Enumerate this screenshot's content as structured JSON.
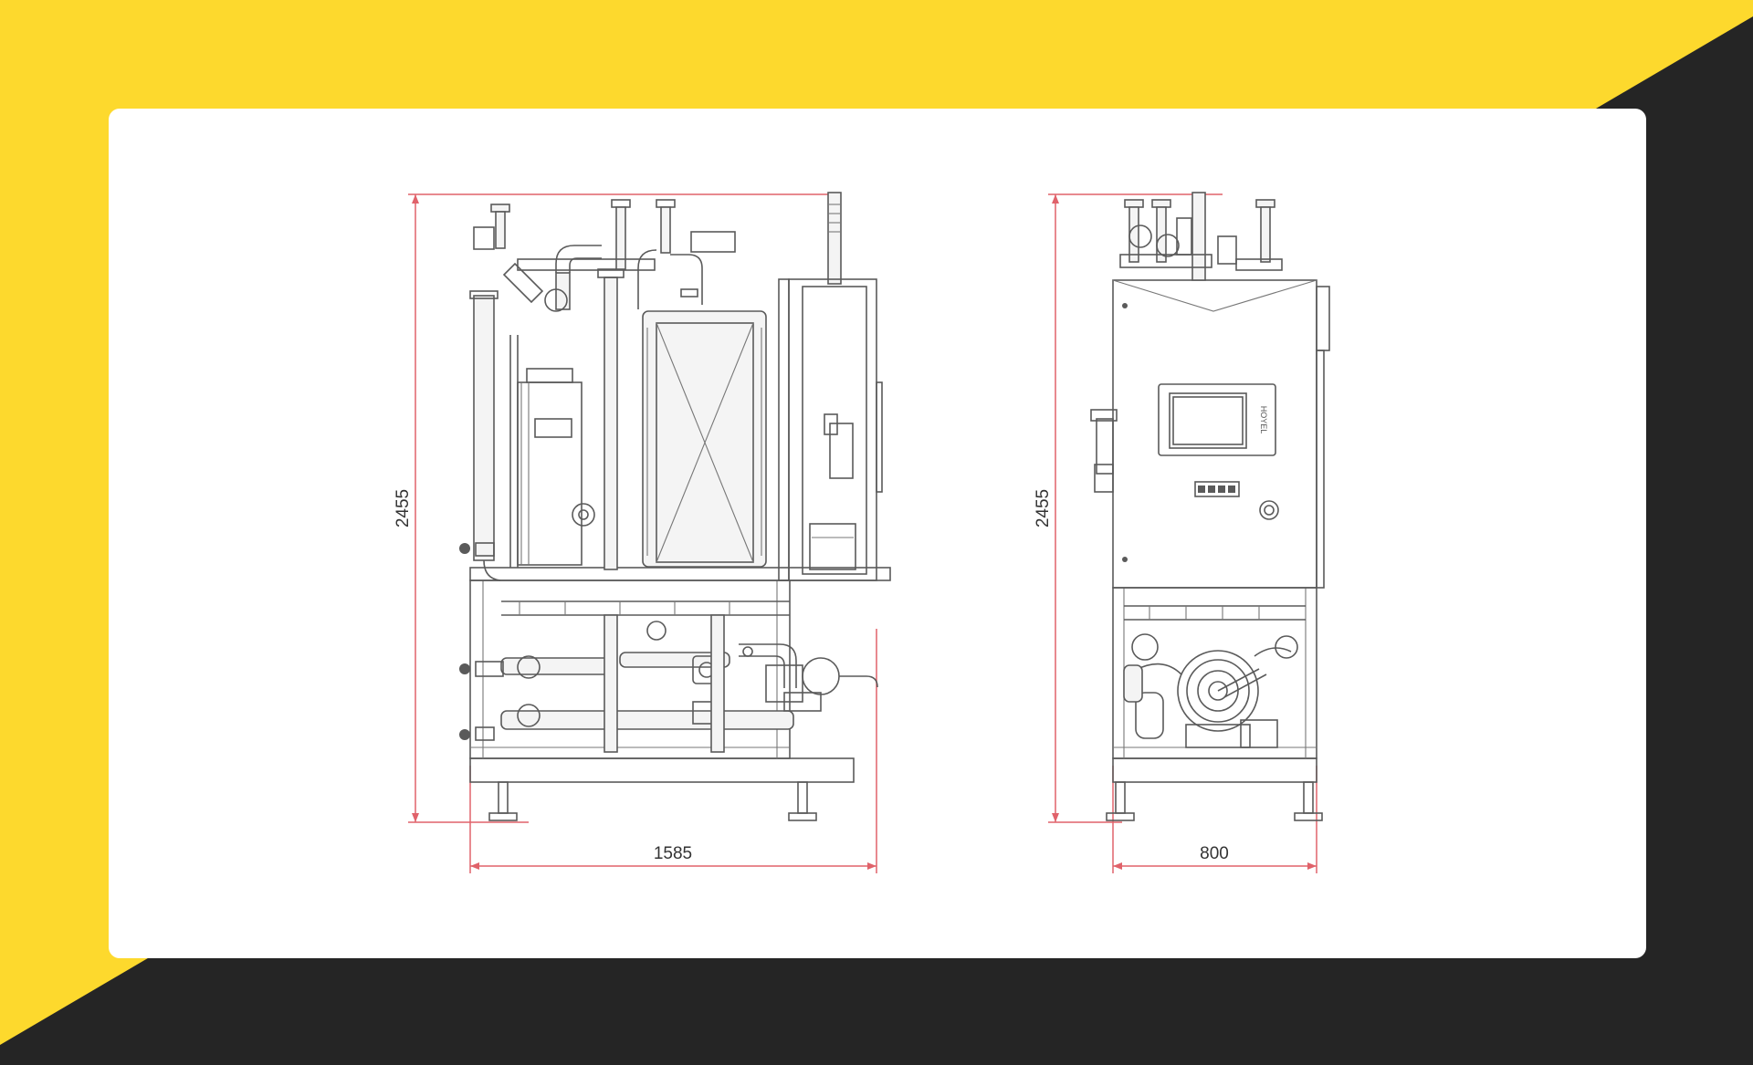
{
  "colors": {
    "yellow": "#fdd92d",
    "dark": "#252525",
    "card": "#ffffff",
    "dimension_line": "#e0626a",
    "drawing_line": "#5a5a5a"
  },
  "front_view": {
    "height_label": "2455",
    "width_label": "1585"
  },
  "side_view": {
    "height_label": "2455",
    "width_label": "800",
    "panel_text": "HOYEL"
  }
}
